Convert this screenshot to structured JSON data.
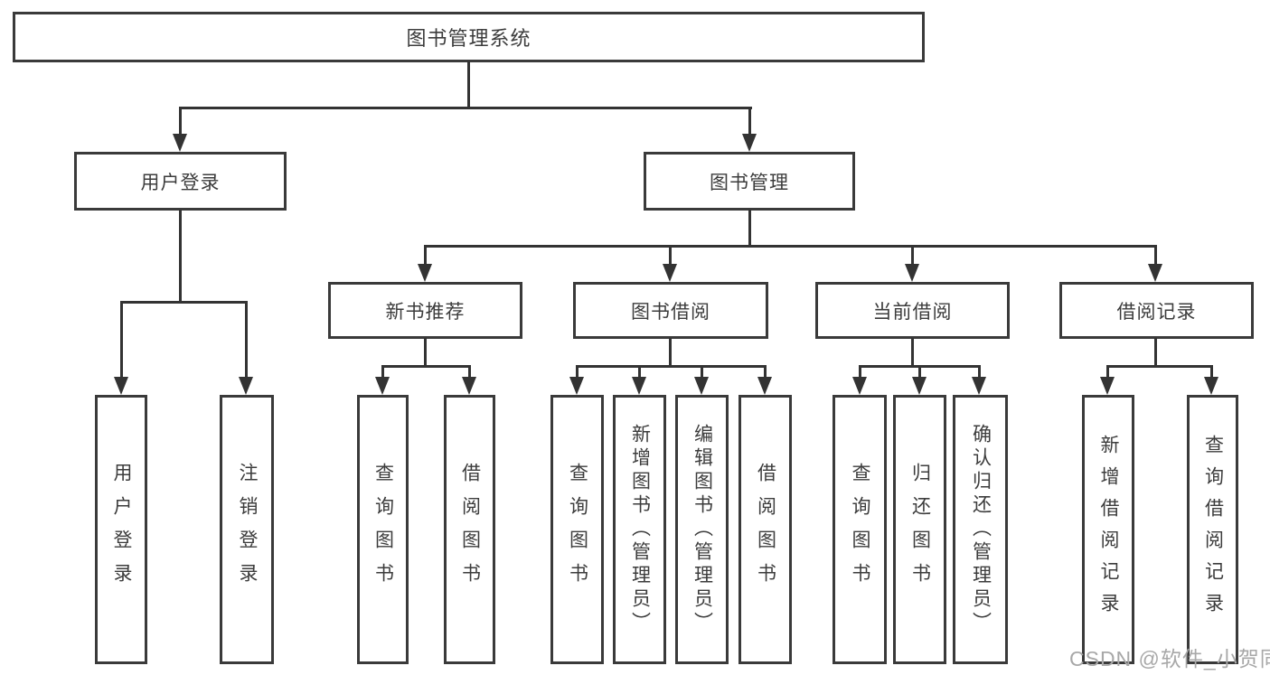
{
  "diagram": {
    "root": "图书管理系统",
    "children": [
      {
        "label": "用户登录",
        "children": [
          "用户登录",
          "注销登录"
        ]
      },
      {
        "label": "图书管理",
        "children": [
          {
            "label": "新书推荐",
            "children": [
              "查询图书",
              "借阅图书"
            ]
          },
          {
            "label": "图书借阅",
            "children": [
              "查询图书",
              "新增图书（管理员）",
              "编辑图书（管理员）",
              "借阅图书"
            ]
          },
          {
            "label": "当前借阅",
            "children": [
              "查询图书",
              "归还图书",
              "确认归还（管理员）"
            ]
          },
          {
            "label": "借阅记录",
            "children": [
              "新增借阅记录",
              "查询借阅记录"
            ]
          }
        ]
      }
    ]
  },
  "watermark": "CSDN @软件_小贺同学",
  "colors": {
    "line": "#333333",
    "box_border": "#3a3a3a",
    "text": "#3c3c3c",
    "watermark": "#a8a8a8",
    "background": "#ffffff"
  }
}
